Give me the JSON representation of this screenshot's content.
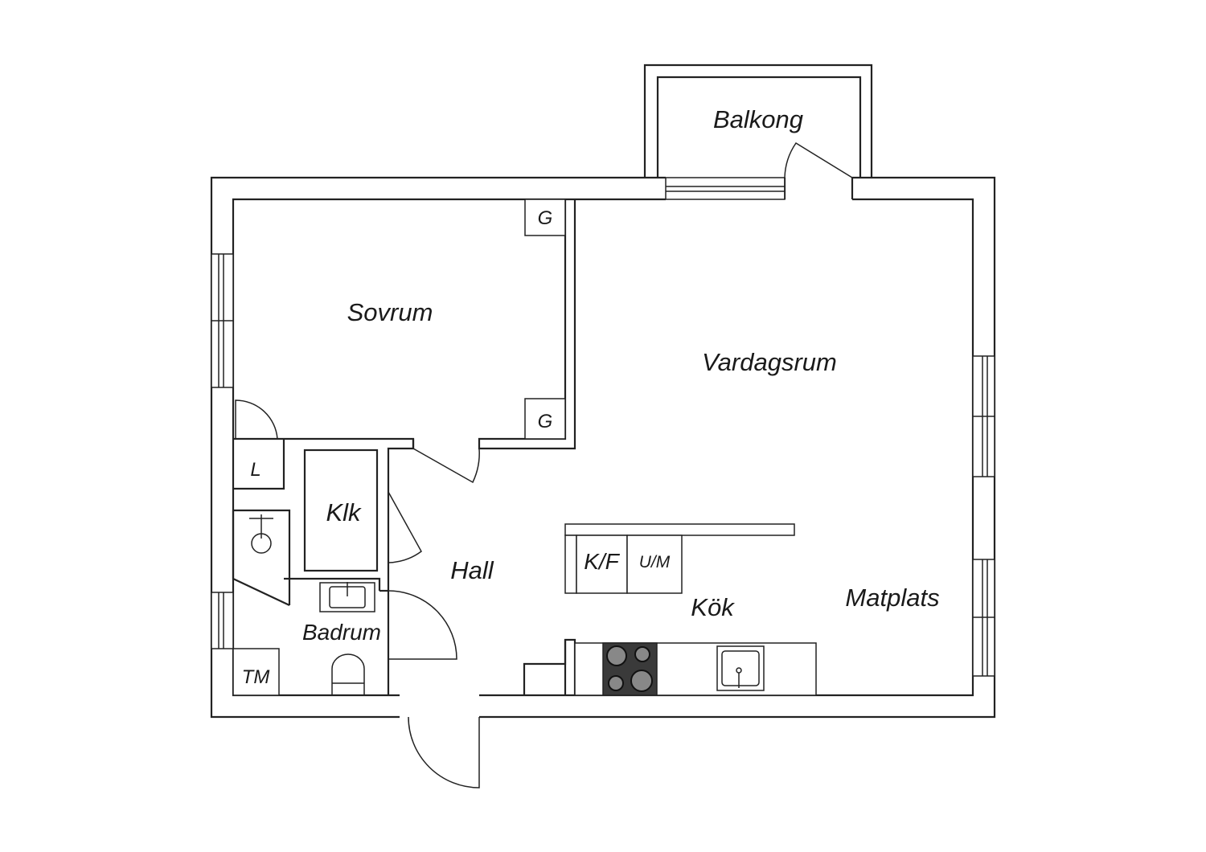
{
  "rooms": {
    "balcony": "Balkong",
    "bedroom": "Sovrum",
    "living": "Vardagsrum",
    "closet": "Klk",
    "hall": "Hall",
    "kitchen": "Kök",
    "dining": "Matplats",
    "bathroom": "Badrum"
  },
  "fixtures": {
    "wardrobe_top": "G",
    "wardrobe_bottom": "G",
    "linen": "L",
    "fridge_freezer": "K/F",
    "oven_micro": "U/M",
    "washer": "TM"
  },
  "colors": {
    "line": "#222222",
    "stove": "#3a3a3a"
  }
}
